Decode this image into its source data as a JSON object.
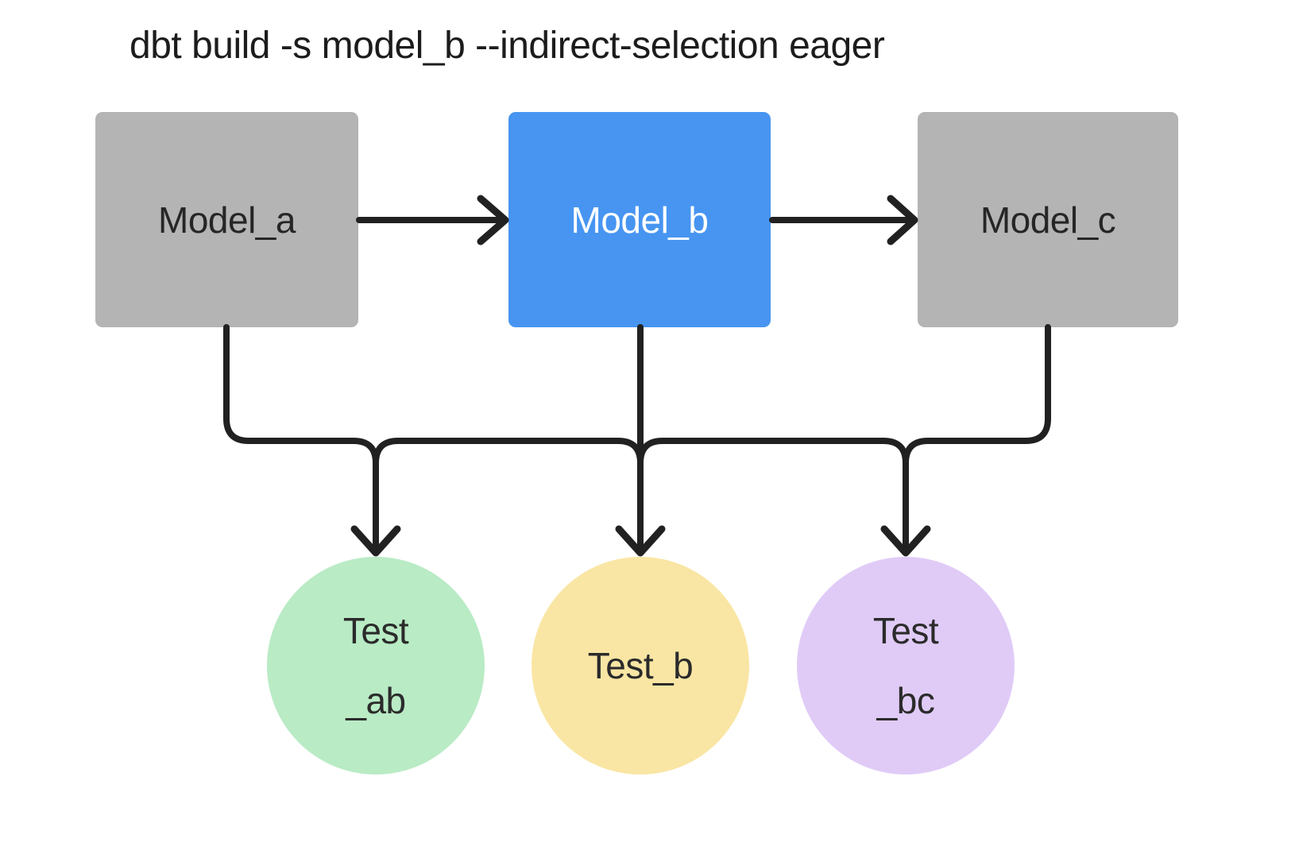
{
  "title": "dbt build -s model_b --indirect-selection eager",
  "palette": {
    "background": "#ffffff",
    "title_text": "#1c1c1c",
    "connector": "#212121",
    "model_default_fill": "#b4b4b4",
    "model_selected_fill": "#4795f1"
  },
  "models": [
    {
      "label": "Model_a",
      "fill": "#b4b4b4",
      "text_color": "#262626",
      "selected": false
    },
    {
      "label": "Model_b",
      "fill": "#4795f1",
      "text_color": "#ffffff",
      "selected": true
    },
    {
      "label": "Model_c",
      "fill": "#b4b4b4",
      "text_color": "#262626",
      "selected": false
    }
  ],
  "tests": [
    {
      "label": "Test\n_ab",
      "fill": "#b9ebc5",
      "text_color": "#2b2b2b"
    },
    {
      "label": "Test_b",
      "fill": "#f9e6a4",
      "text_color": "#2b2b2b"
    },
    {
      "label": "Test\n_bc",
      "fill": "#e0cbf7",
      "text_color": "#2b2b2b"
    }
  ],
  "edges": [
    {
      "from": "Model_a",
      "to": "Model_b"
    },
    {
      "from": "Model_b",
      "to": "Model_c"
    },
    {
      "from": "Model_a",
      "to": "Test_ab"
    },
    {
      "from": "Model_b",
      "to": "Test_ab"
    },
    {
      "from": "Model_b",
      "to": "Test_b"
    },
    {
      "from": "Model_b",
      "to": "Test_bc"
    },
    {
      "from": "Model_c",
      "to": "Test_bc"
    }
  ]
}
